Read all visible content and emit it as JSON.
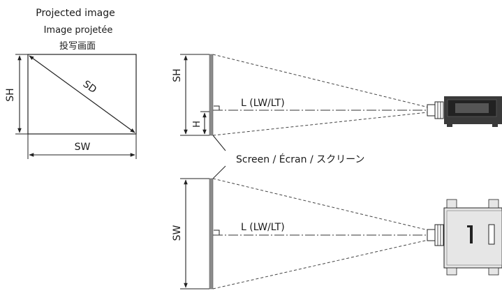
{
  "projected_image": {
    "title_en": "Projected image",
    "title_fr": "Image projetée",
    "title_ja": "投写画面",
    "sh": "SH",
    "sw": "SW",
    "sd": "SD"
  },
  "side_view": {
    "sh": "SH",
    "h": "H",
    "distance": "L (LW/LT)"
  },
  "screen_label": "Screen / Écran / スクリーン",
  "top_view": {
    "sw": "SW",
    "distance": "L (LW/LT)"
  },
  "colors": {
    "line": "#222222",
    "screen_fill": "#8c8c8c",
    "projector_dark": "#3a3a3a",
    "projector_light": "#e6e6e6"
  }
}
